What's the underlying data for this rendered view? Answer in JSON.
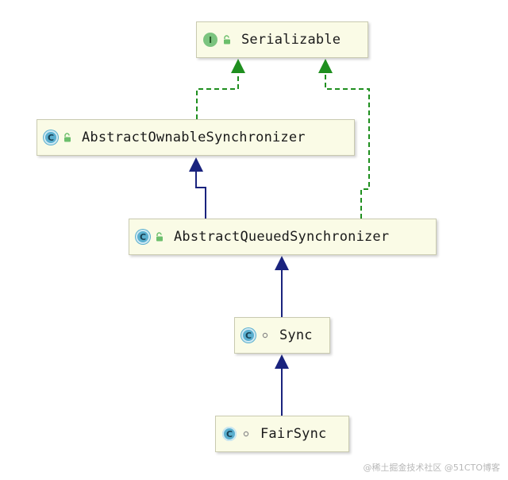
{
  "diagram": {
    "nodes": [
      {
        "id": "serializable",
        "label": "Serializable",
        "kind": "interface",
        "kind_glyph": "I",
        "visibility": "public",
        "visibility_icon": "unlocked-icon"
      },
      {
        "id": "aos",
        "label": "AbstractOwnableSynchronizer",
        "kind": "abstract-class",
        "kind_glyph": "C",
        "visibility": "public",
        "visibility_icon": "unlocked-icon"
      },
      {
        "id": "aqs",
        "label": "AbstractQueuedSynchronizer",
        "kind": "abstract-class",
        "kind_glyph": "C",
        "visibility": "public",
        "visibility_icon": "unlocked-icon"
      },
      {
        "id": "sync",
        "label": "Sync",
        "kind": "abstract-class",
        "kind_glyph": "C",
        "visibility": "package-private",
        "visibility_icon": "dot-icon"
      },
      {
        "id": "fairsync",
        "label": "FairSync",
        "kind": "class",
        "kind_glyph": "C",
        "visibility": "package-private",
        "visibility_icon": "dot-icon"
      }
    ],
    "edges": [
      {
        "from": "aos",
        "to": "serializable",
        "relation": "implements",
        "style": "dashed",
        "color": "#1f8f1f"
      },
      {
        "from": "aqs",
        "to": "serializable",
        "relation": "implements",
        "style": "dashed",
        "color": "#1f8f1f"
      },
      {
        "from": "aqs",
        "to": "aos",
        "relation": "extends",
        "style": "solid",
        "color": "#1a237e"
      },
      {
        "from": "sync",
        "to": "aqs",
        "relation": "extends",
        "style": "solid",
        "color": "#1a237e"
      },
      {
        "from": "fairsync",
        "to": "sync",
        "relation": "extends",
        "style": "solid",
        "color": "#1a237e"
      }
    ]
  },
  "watermark": "@稀土掘金技术社区 @51CTO博客",
  "colors": {
    "node_fill": "#fafbe6",
    "node_border": "#c9cab0",
    "interface_icon": "#7bc47f",
    "class_icon": "#5aafcf",
    "implements_edge": "#1f8f1f",
    "extends_edge": "#1a237e",
    "lock_icon": "#6cbf6c"
  }
}
